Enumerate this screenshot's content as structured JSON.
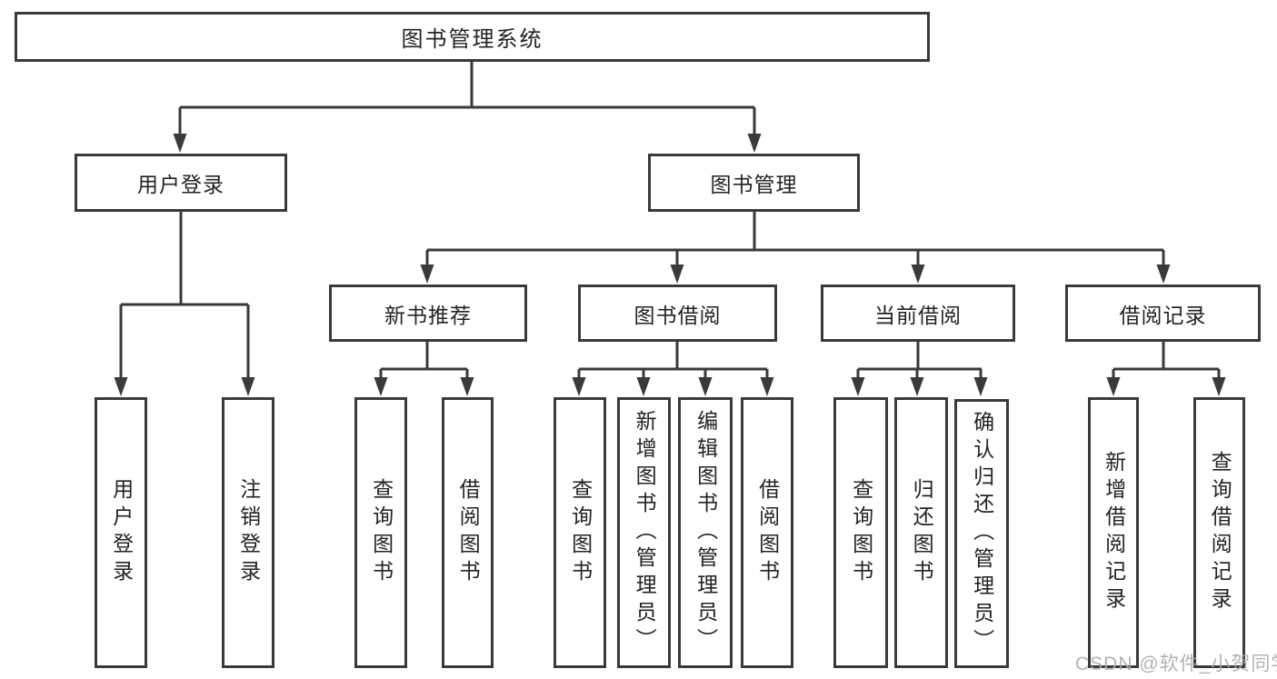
{
  "diagram": {
    "root": {
      "label": "图书管理系统"
    },
    "branches": [
      {
        "label": "用户登录",
        "children": [
          {
            "label": "用户登录"
          },
          {
            "label": "注销登录"
          }
        ]
      },
      {
        "label": "图书管理",
        "children": [
          {
            "label": "新书推荐",
            "children": [
              {
                "label": "查询图书"
              },
              {
                "label": "借阅图书"
              }
            ]
          },
          {
            "label": "图书借阅",
            "children": [
              {
                "label": "查询图书"
              },
              {
                "label": "新增图书（管理员）"
              },
              {
                "label": "编辑图书（管理员）"
              },
              {
                "label": "借阅图书"
              }
            ]
          },
          {
            "label": "当前借阅",
            "children": [
              {
                "label": "查询图书"
              },
              {
                "label": "归还图书"
              },
              {
                "label": "确认归还（管理员）"
              }
            ]
          },
          {
            "label": "借阅记录",
            "children": [
              {
                "label": "新增借阅记录"
              },
              {
                "label": "查询借阅记录"
              }
            ]
          }
        ]
      }
    ]
  },
  "watermark": {
    "label": "CSDN @软件_小贺同学"
  },
  "colors": {
    "line": "#3a3a3a",
    "text": "#232323",
    "watermark": "#adadad",
    "background": "#ffffff"
  }
}
